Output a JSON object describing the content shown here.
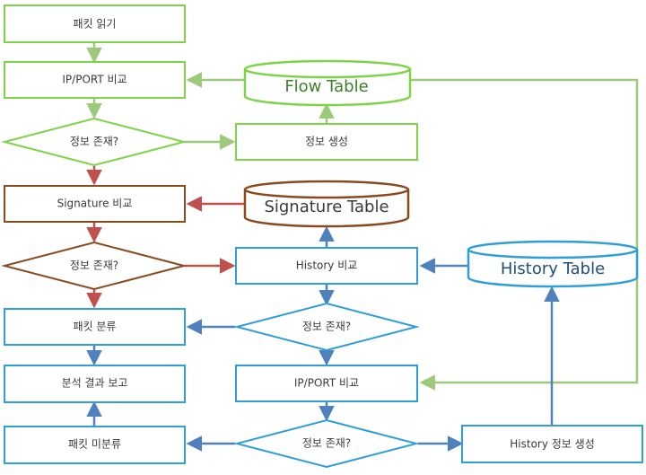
{
  "colors": {
    "green": "#7ed348",
    "green_line": "#9cc97a",
    "green_text": "#3d7f2b",
    "brown": "#8b4a1e",
    "red_line": "#c0504d",
    "blue": "#2e9fd8",
    "blue_line": "#4f81bd",
    "text": "#3a3a3a"
  },
  "nodes": {
    "read_packet": "패킷 읽기",
    "ip_port_compare_1": "IP/PORT 비교",
    "flow_table": "Flow Table",
    "info_exists_1": "정보 존재?",
    "create_info": "정보 생성",
    "signature_compare": "Signature 비교",
    "signature_table": "Signature Table",
    "info_exists_2": "정보 존재?",
    "history_compare": "History 비교",
    "history_table": "History Table",
    "packet_classify": "패킷 분류",
    "info_exists_3": "정보 존재?",
    "report_result": "분석 결과 보고",
    "ip_port_compare_2": "IP/PORT 비교",
    "unclassified_packet": "패킷 미분류",
    "info_exists_4": "정보 존재?",
    "create_history": "History 정보 생성"
  }
}
